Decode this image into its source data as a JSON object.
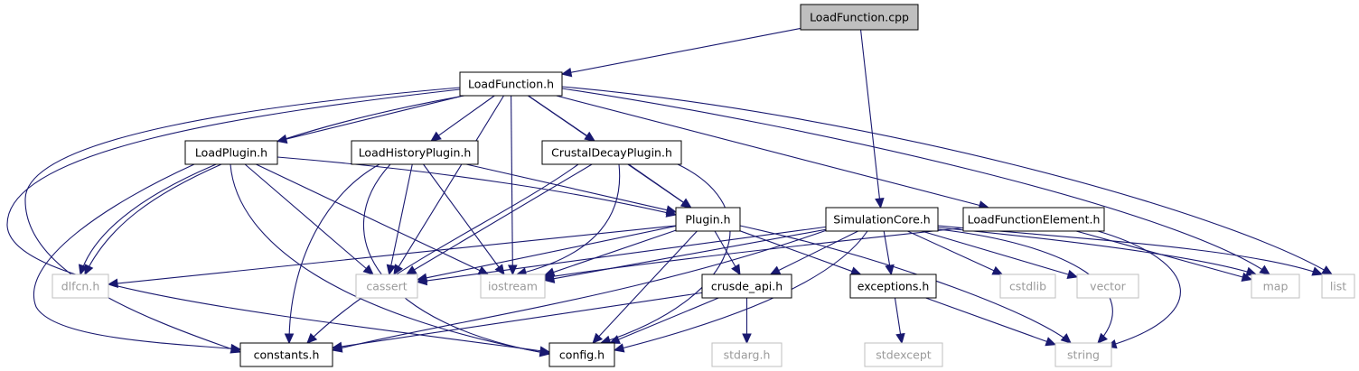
{
  "colors": {
    "edge": "#191970",
    "root_fill": "#bfbfbf",
    "node_border": "#000000",
    "system_border": "#bfbfbf",
    "system_text": "#9a9a9a"
  },
  "nodes": [
    {
      "id": "lfcpp",
      "label": "LoadFunction.cpp",
      "kind": "root"
    },
    {
      "id": "lfh",
      "label": "LoadFunction.h",
      "kind": "local"
    },
    {
      "id": "lph",
      "label": "LoadPlugin.h",
      "kind": "local"
    },
    {
      "id": "lhph",
      "label": "LoadHistoryPlugin.h",
      "kind": "local"
    },
    {
      "id": "cdph",
      "label": "CrustalDecayPlugin.h",
      "kind": "local"
    },
    {
      "id": "plugh",
      "label": "Plugin.h",
      "kind": "local"
    },
    {
      "id": "simh",
      "label": "SimulationCore.h",
      "kind": "local"
    },
    {
      "id": "lfeh",
      "label": "LoadFunctionElement.h",
      "kind": "local"
    },
    {
      "id": "dlfcn",
      "label": "dlfcn.h",
      "kind": "system"
    },
    {
      "id": "cassert",
      "label": "cassert",
      "kind": "system"
    },
    {
      "id": "iostream",
      "label": "iostream",
      "kind": "system"
    },
    {
      "id": "crusde",
      "label": "crusde_api.h",
      "kind": "local"
    },
    {
      "id": "exch",
      "label": "exceptions.h",
      "kind": "local"
    },
    {
      "id": "cstdlib",
      "label": "cstdlib",
      "kind": "system"
    },
    {
      "id": "vector",
      "label": "vector",
      "kind": "system"
    },
    {
      "id": "map",
      "label": "map",
      "kind": "system"
    },
    {
      "id": "list",
      "label": "list",
      "kind": "system"
    },
    {
      "id": "consth",
      "label": "constants.h",
      "kind": "local"
    },
    {
      "id": "configh",
      "label": "config.h",
      "kind": "local"
    },
    {
      "id": "stdarg",
      "label": "stdarg.h",
      "kind": "system"
    },
    {
      "id": "stdexc",
      "label": "stdexcept",
      "kind": "system"
    },
    {
      "id": "string",
      "label": "string",
      "kind": "system"
    }
  ],
  "edges": [
    [
      "lfcpp",
      "lfh"
    ],
    [
      "lfcpp",
      "simh"
    ],
    [
      "lfh",
      "lph"
    ],
    [
      "lfh",
      "lhph"
    ],
    [
      "lfh",
      "cdph"
    ],
    [
      "lfh",
      "plugh"
    ],
    [
      "lfh",
      "lfeh"
    ],
    [
      "lfh",
      "dlfcn"
    ],
    [
      "lfh",
      "cassert"
    ],
    [
      "lfh",
      "iostream"
    ],
    [
      "lfh",
      "map"
    ],
    [
      "lfh",
      "list"
    ],
    [
      "lfh",
      "consth"
    ],
    [
      "lfh",
      "configh"
    ],
    [
      "lph",
      "plugh"
    ],
    [
      "lph",
      "dlfcn"
    ],
    [
      "lph",
      "cassert"
    ],
    [
      "lph",
      "iostream"
    ],
    [
      "lph",
      "consth"
    ],
    [
      "lph",
      "configh"
    ],
    [
      "lhph",
      "plugh"
    ],
    [
      "lhph",
      "cassert"
    ],
    [
      "lhph",
      "iostream"
    ],
    [
      "lhph",
      "consth"
    ],
    [
      "lhph",
      "configh"
    ],
    [
      "cdph",
      "plugh"
    ],
    [
      "cdph",
      "cassert"
    ],
    [
      "cdph",
      "iostream"
    ],
    [
      "cdph",
      "consth"
    ],
    [
      "cdph",
      "configh"
    ],
    [
      "plugh",
      "dlfcn"
    ],
    [
      "plugh",
      "cassert"
    ],
    [
      "plugh",
      "iostream"
    ],
    [
      "plugh",
      "crusde"
    ],
    [
      "plugh",
      "exch"
    ],
    [
      "plugh",
      "configh"
    ],
    [
      "plugh",
      "string"
    ],
    [
      "simh",
      "cassert"
    ],
    [
      "simh",
      "iostream"
    ],
    [
      "simh",
      "crusde"
    ],
    [
      "simh",
      "exch"
    ],
    [
      "simh",
      "cstdlib"
    ],
    [
      "simh",
      "vector"
    ],
    [
      "simh",
      "map"
    ],
    [
      "simh",
      "list"
    ],
    [
      "simh",
      "string"
    ],
    [
      "simh",
      "consth"
    ],
    [
      "simh",
      "configh"
    ],
    [
      "lfeh",
      "iostream"
    ],
    [
      "lfeh",
      "map"
    ],
    [
      "lfeh",
      "string"
    ],
    [
      "crusde",
      "consth"
    ],
    [
      "crusde",
      "configh"
    ],
    [
      "crusde",
      "stdarg"
    ],
    [
      "exch",
      "stdexc"
    ],
    [
      "exch",
      "string"
    ]
  ]
}
